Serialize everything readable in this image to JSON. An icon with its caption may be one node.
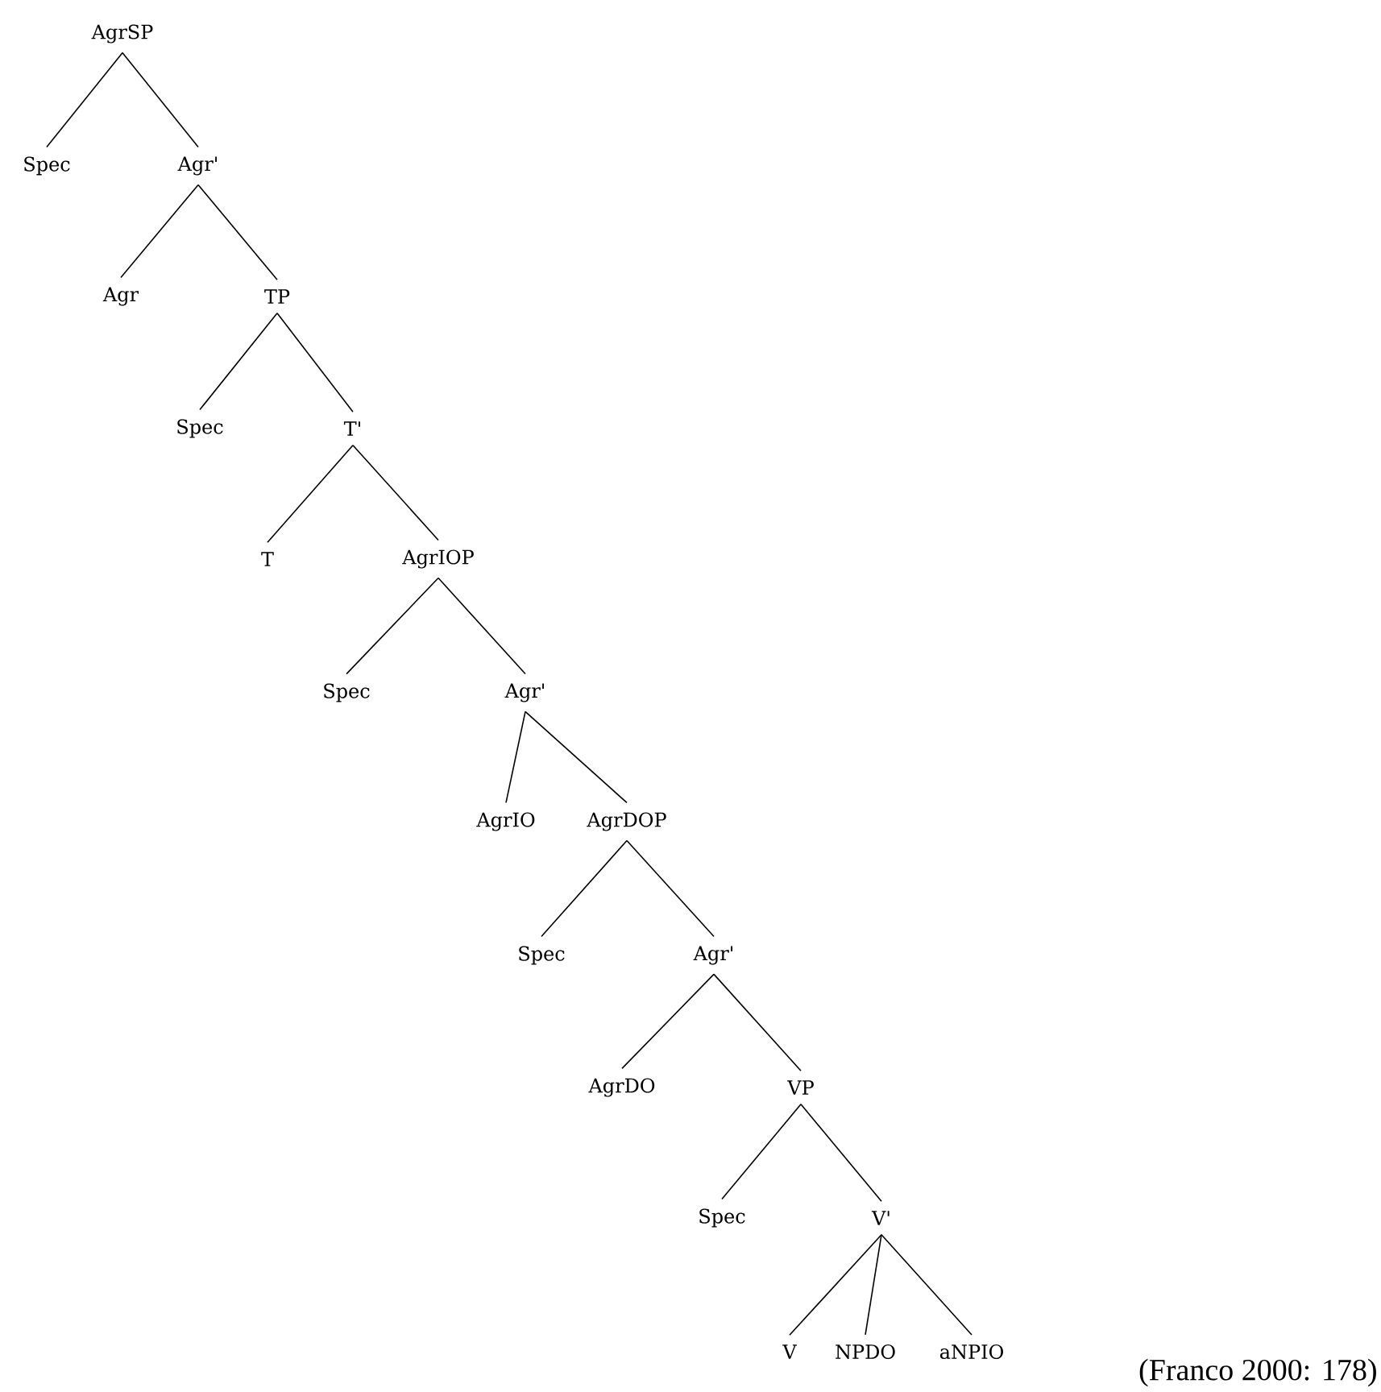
{
  "diagram": {
    "caption": "(Franco 2000: 178)",
    "nodes": [
      {
        "text": [
          "AgrSP"
        ]
      },
      {
        "text": [
          "Spec"
        ]
      },
      {
        "text": [
          "Agr'"
        ]
      },
      {
        "text": [
          "Agr"
        ]
      },
      {
        "text": [
          "TP"
        ]
      },
      {
        "text": [
          "Spec"
        ]
      },
      {
        "text": [
          "T'"
        ]
      },
      {
        "text": [
          "T"
        ]
      },
      {
        "text": [
          "AgrIOP"
        ]
      },
      {
        "text": [
          "Spec"
        ]
      },
      {
        "text": [
          "Agr'"
        ]
      },
      {
        "text": [
          "AgrIO"
        ]
      },
      {
        "text": [
          "AgrDOP"
        ]
      },
      {
        "text": [
          "Spec"
        ]
      },
      {
        "text": [
          "Agr'"
        ]
      },
      {
        "text": [
          "AgrDO"
        ]
      },
      {
        "text": [
          "VP"
        ]
      },
      {
        "text": [
          "Spec"
        ]
      },
      {
        "text": [
          "V'"
        ]
      },
      {
        "text": [
          "V"
        ]
      },
      {
        "text": [
          "NPDO"
        ]
      },
      {
        "text": [
          "aNPIO"
        ]
      }
    ],
    "edges": [
      {
        "from": 0,
        "to": 1,
        "arrow": "none"
      },
      {
        "from": 0,
        "to": 2,
        "arrow": "none"
      },
      {
        "from": 2,
        "to": 3,
        "arrow": "none"
      },
      {
        "from": 2,
        "to": 4,
        "arrow": "none"
      },
      {
        "from": 4,
        "to": 5,
        "arrow": "none"
      },
      {
        "from": 4,
        "to": 6,
        "arrow": "none"
      },
      {
        "from": 6,
        "to": 7,
        "arrow": "none"
      },
      {
        "from": 6,
        "to": 8,
        "arrow": "none"
      },
      {
        "from": 8,
        "to": 9,
        "arrow": "none"
      },
      {
        "from": 8,
        "to": 10,
        "arrow": "none"
      },
      {
        "from": 10,
        "to": 11,
        "arrow": "none"
      },
      {
        "from": 10,
        "to": 12,
        "arrow": "none"
      },
      {
        "from": 12,
        "to": 13,
        "arrow": "none"
      },
      {
        "from": 12,
        "to": 14,
        "arrow": "none"
      },
      {
        "from": 14,
        "to": 15,
        "arrow": "none"
      },
      {
        "from": 14,
        "to": 16,
        "arrow": "none"
      },
      {
        "from": 16,
        "to": 17,
        "arrow": "none"
      },
      {
        "from": 16,
        "to": 18,
        "arrow": "none"
      },
      {
        "from": 18,
        "to": 19,
        "arrow": "none"
      },
      {
        "from": 18,
        "to": 20,
        "arrow": "none"
      },
      {
        "from": 18,
        "to": 21,
        "arrow": "none"
      }
    ]
  }
}
